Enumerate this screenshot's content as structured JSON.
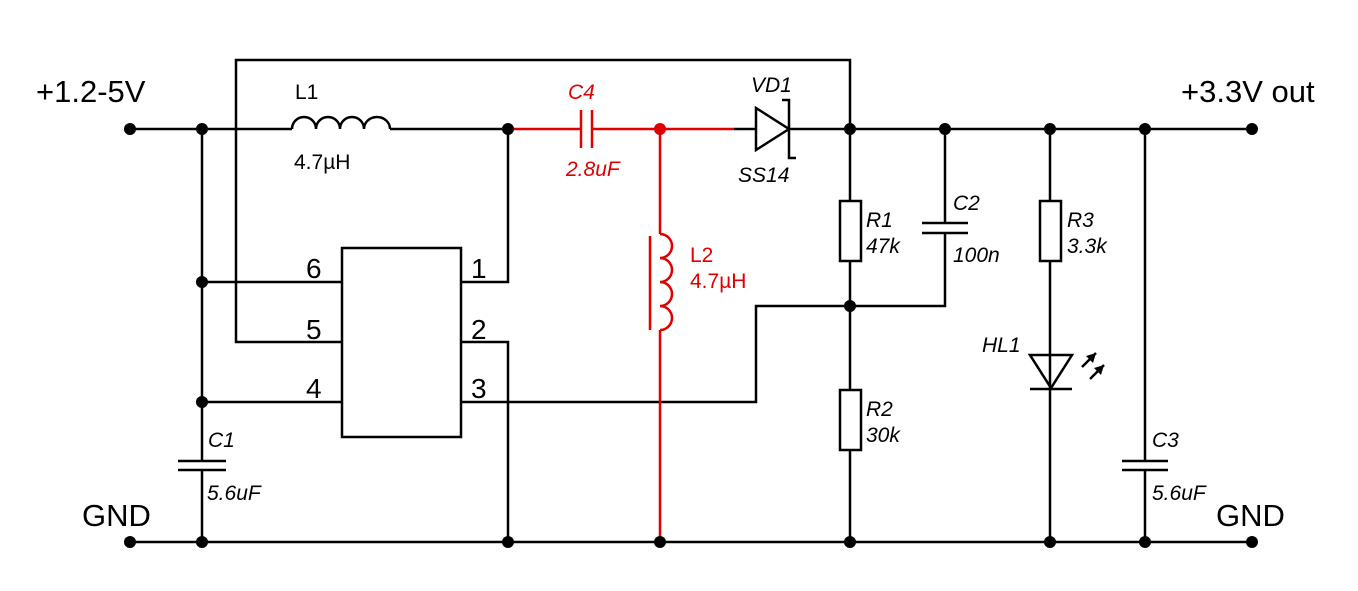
{
  "terminals": {
    "vin": "+1.2-5V",
    "vout": "+3.3V out",
    "gnd_left": "GND",
    "gnd_right": "GND"
  },
  "components": {
    "L1": {
      "ref": "L1",
      "value": "4.7µH"
    },
    "C4": {
      "ref": "C4",
      "value": "2.8uF"
    },
    "VD1": {
      "ref": "VD1",
      "value": "SS14"
    },
    "L2": {
      "ref": "L2",
      "value": "4.7µH"
    },
    "R1": {
      "ref": "R1",
      "value": "47k"
    },
    "R2": {
      "ref": "R2",
      "value": "30k"
    },
    "C2": {
      "ref": "C2",
      "value": "100n"
    },
    "R3": {
      "ref": "R3",
      "value": "3.3k"
    },
    "HL1": {
      "ref": "HL1"
    },
    "C1": {
      "ref": "C1",
      "value": "5.6uF"
    },
    "C3": {
      "ref": "C3",
      "value": "5.6uF"
    }
  },
  "ic_pins": {
    "p1": "1",
    "p2": "2",
    "p3": "3",
    "p4": "4",
    "p5": "5",
    "p6": "6"
  },
  "colors": {
    "wire": "#000000",
    "highlight": "#e00000",
    "background": "#ffffff"
  }
}
